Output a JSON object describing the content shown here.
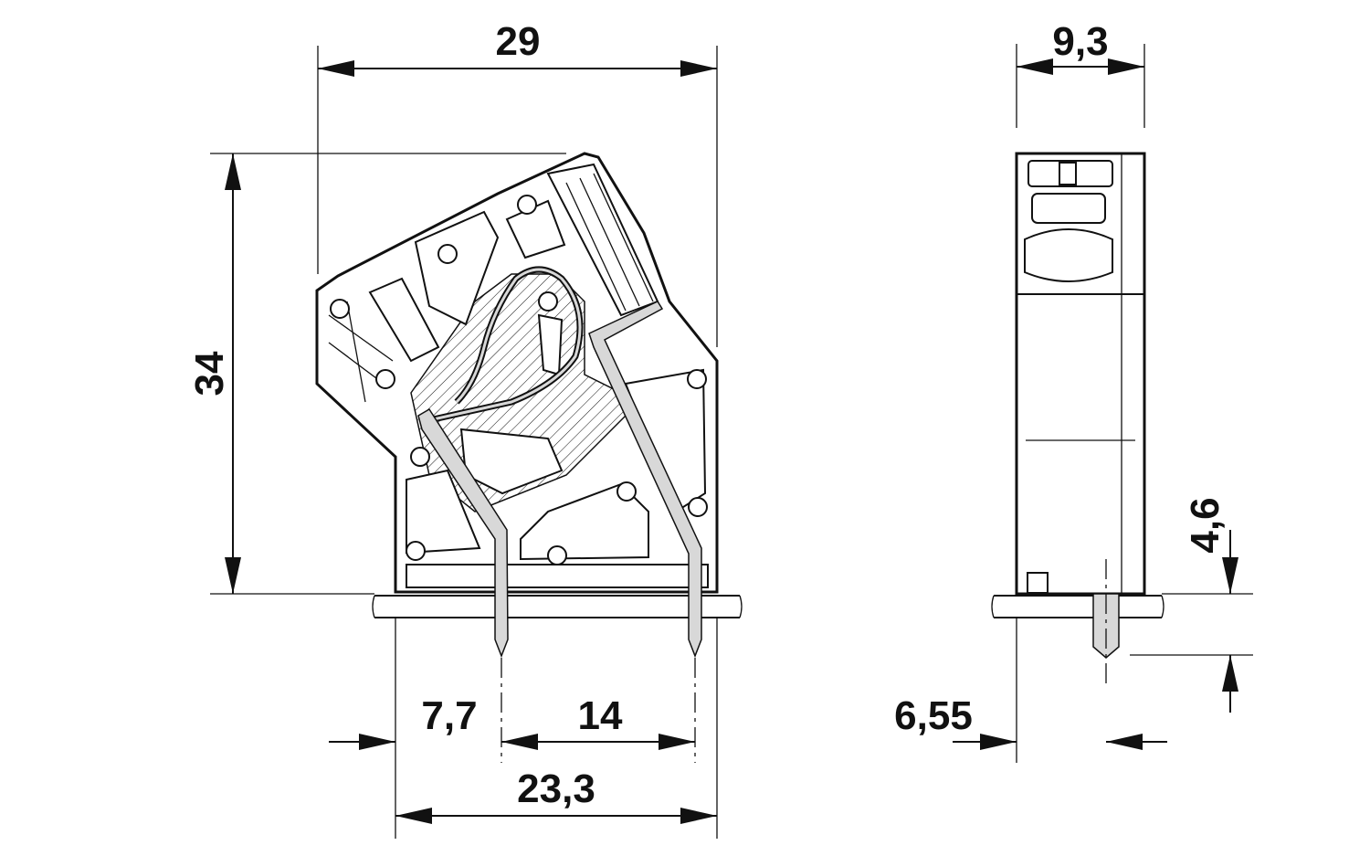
{
  "dimensions": {
    "width_total": "29",
    "height_total": "34",
    "side_width": "9,3",
    "pin_offset": "7,7",
    "pin_pitch": "14",
    "footprint": "23,3",
    "side_pin_offset": "6,55",
    "pin_length": "4,6"
  },
  "colors": {
    "line": "#111111",
    "pin_fill": "#d8d8d8",
    "background": "#ffffff"
  }
}
